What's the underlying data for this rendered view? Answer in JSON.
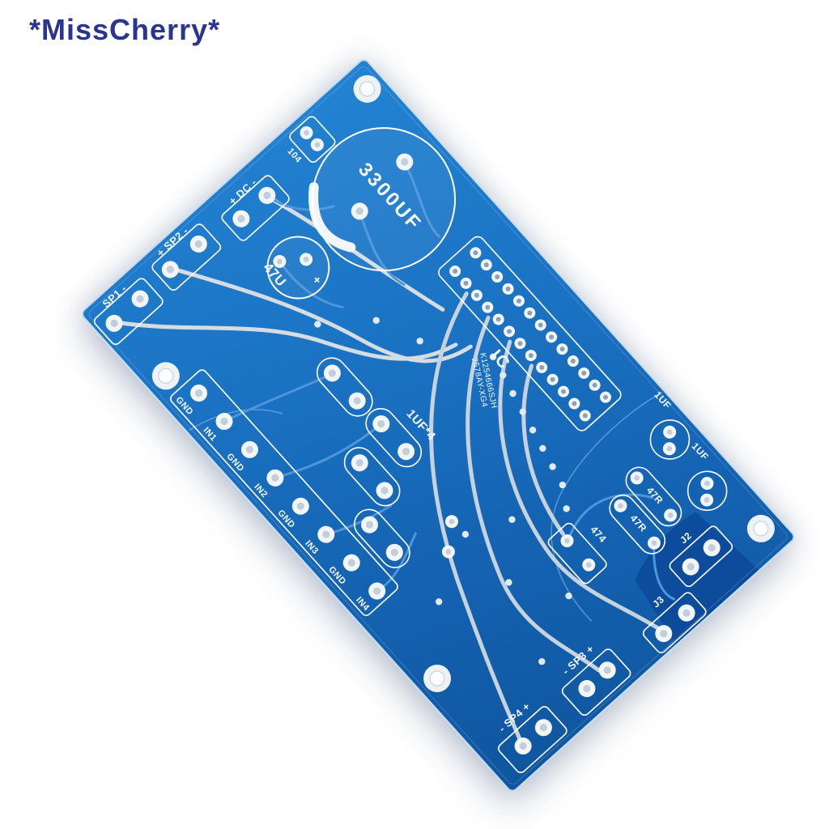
{
  "watermark": {
    "text": "*MissCherry*",
    "color": "#2a3590"
  },
  "board": {
    "colors": {
      "background": "#ffffff",
      "pcb_blue": "#1a6fc0",
      "pcb_dark": "#0c4697",
      "silkscreen": "#ffffff",
      "pad": "#f3f6f8",
      "trace_silver": "#d5dde3",
      "trace_blue": "#4e95da"
    },
    "silkscreen": {
      "big_cap": "3300UF",
      "small_cap": "47U",
      "small_cap_plus": "+",
      "cap_104": "104",
      "ic": "IC",
      "board_id_line1": "K1254666SJH",
      "board_id_line2": "2578AY-XG4",
      "cap_bank": "1UF*4",
      "left_terminals": [
        "SP1 -",
        "+ SP2 -",
        "+ DC -"
      ],
      "bottom_inputs": [
        "GND",
        "IN1",
        "GND",
        "IN2",
        "GND",
        "IN3",
        "GND",
        "IN4"
      ],
      "right_terminals": [
        "- SP4 +",
        "- SP3 +"
      ],
      "jumper_j3": "J3",
      "jumper_j2": "J2",
      "cap_1uf_a": "1UF",
      "cap_1uf_b": "1UF",
      "res_a": "47R",
      "res_b": "47R",
      "cap_474": "474"
    }
  }
}
